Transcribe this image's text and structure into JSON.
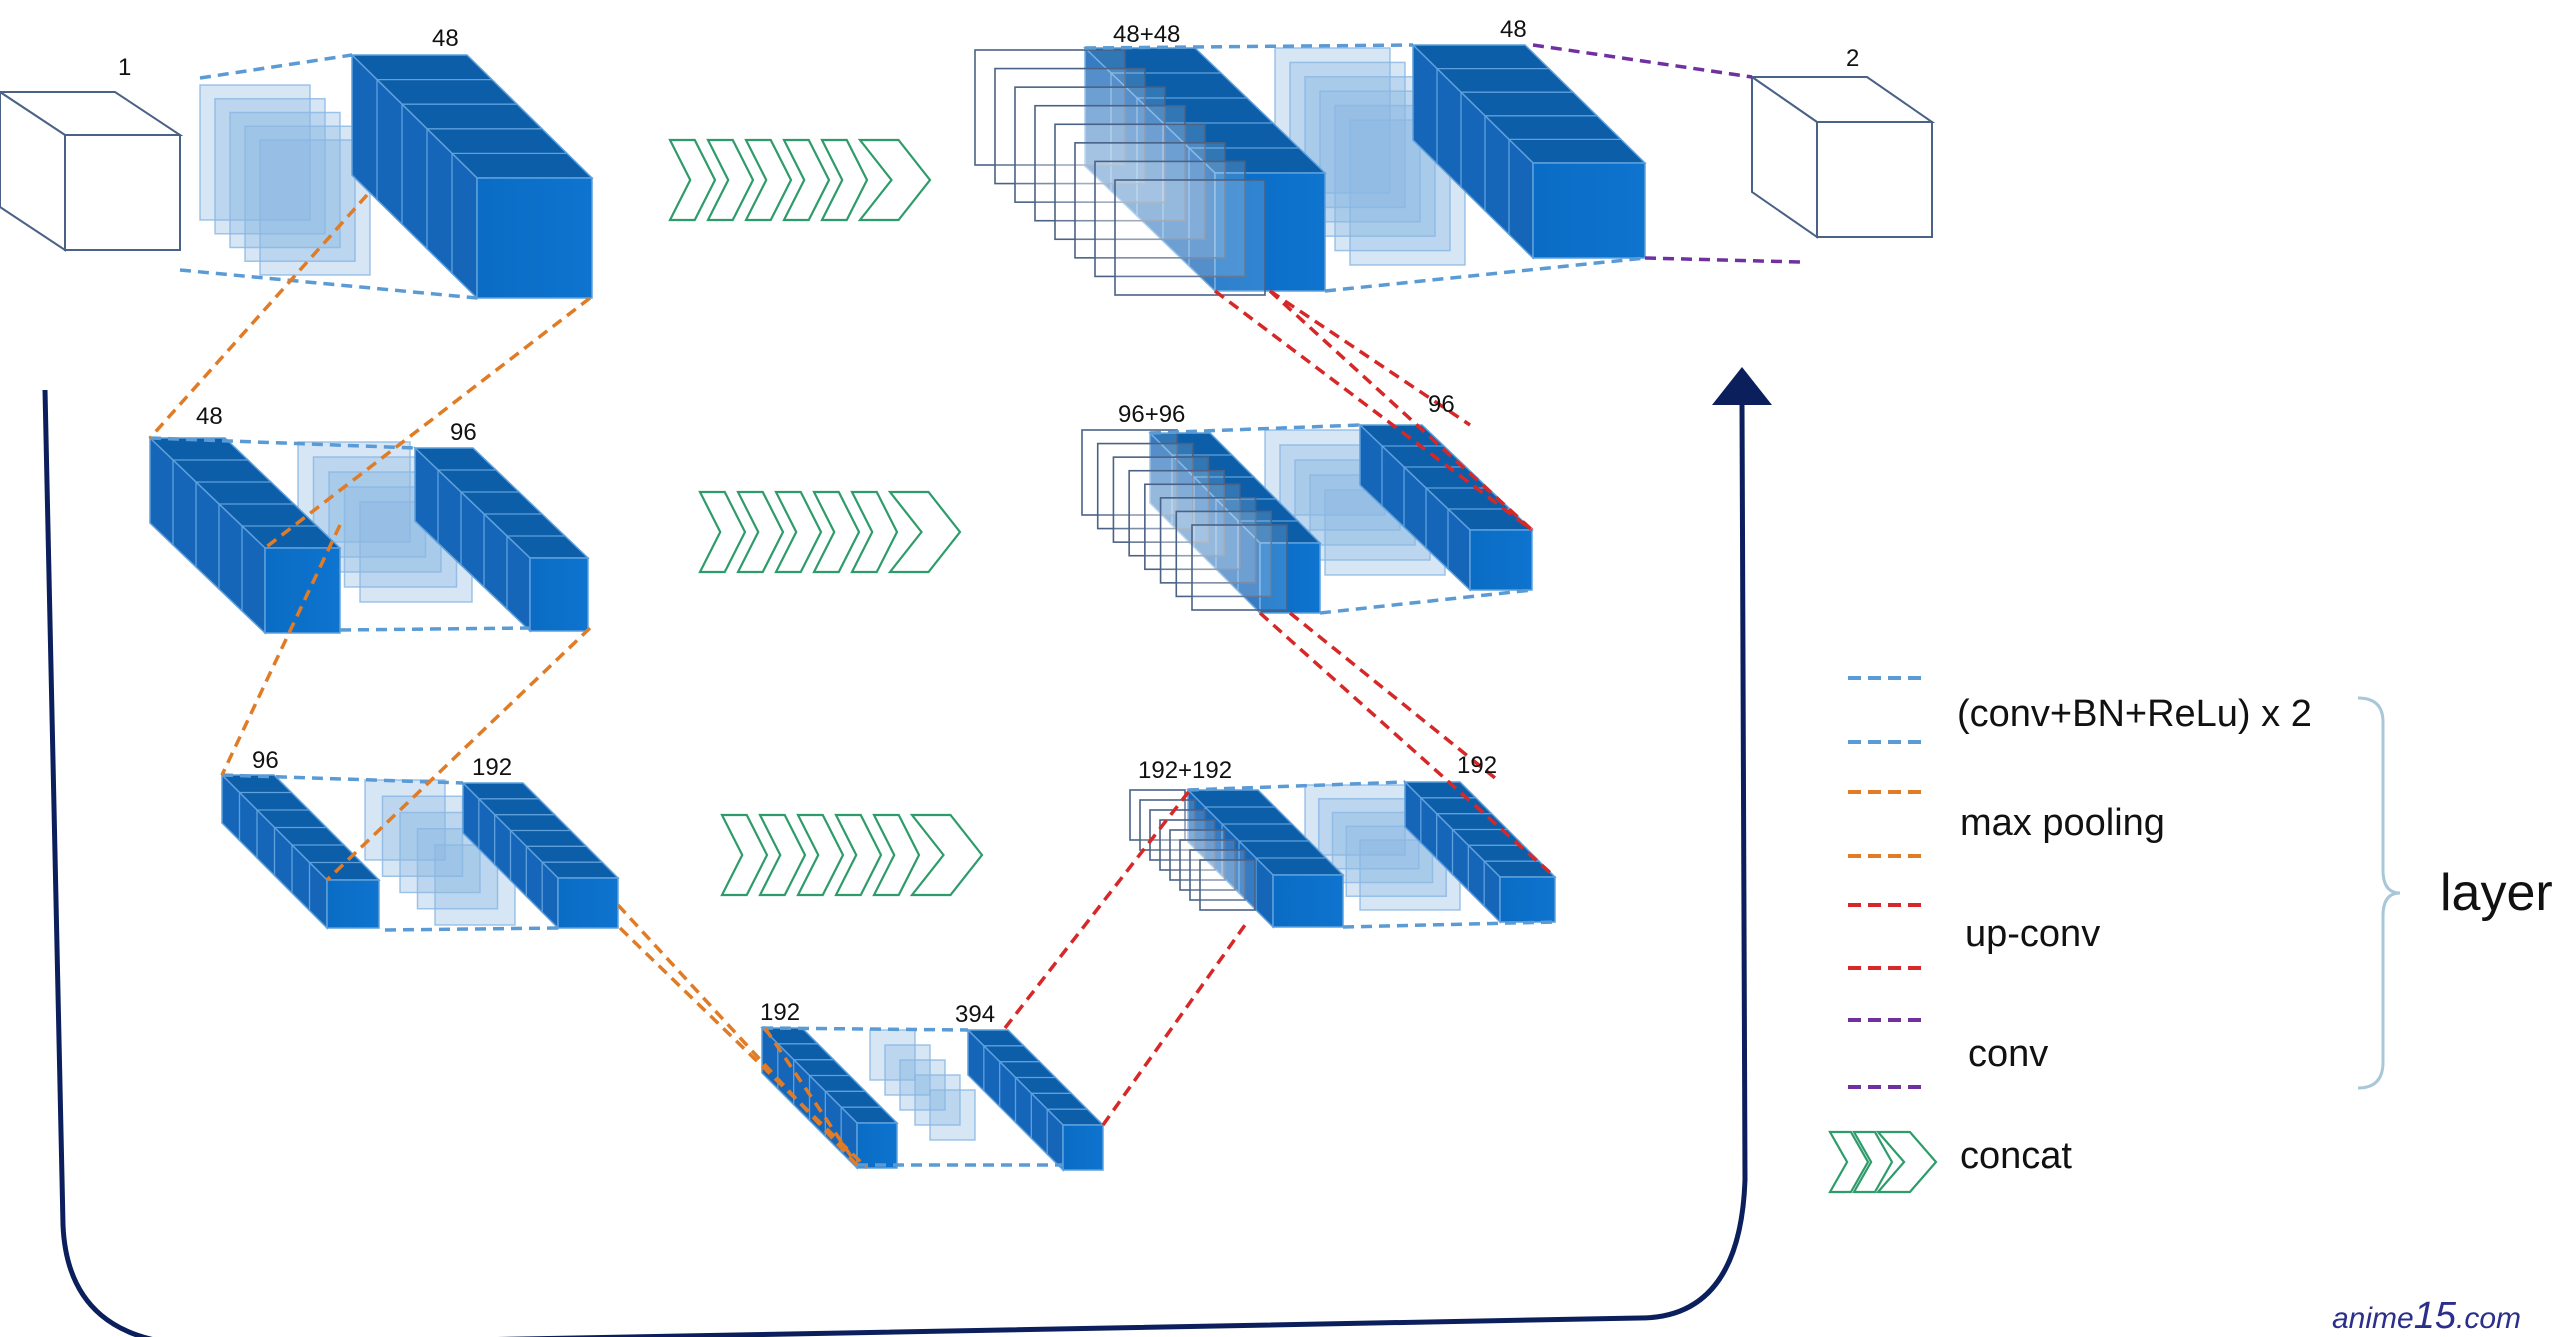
{
  "colors": {
    "block_front": "#0a6cc4",
    "block_top": "#0d5ea8",
    "block_side": "#1565b8",
    "block_edge": "#5fa0dc",
    "ghost": "#8ab7e3",
    "arrow_border": "#0a1f5c",
    "conv_bn_relu_line": "#5b9bd5",
    "max_pooling_line": "#e07b26",
    "up_conv_line": "#d62828",
    "conv_line": "#7030a0",
    "concat_chevron": "#2e9c6a",
    "legend_brace": "#a8c8d8",
    "watermark": "#2b2f8a"
  },
  "labels": {
    "in_ch": "1",
    "enc1_out": "48",
    "enc2_in": "48",
    "enc2_out": "96",
    "enc3_in": "96",
    "enc3_out": "192",
    "bottleneck_in": "192",
    "bottleneck_out": "394",
    "dec3_cat": "192+192",
    "dec3_out": "192",
    "dec2_cat": "96+96",
    "dec2_out": "96",
    "dec1_cat": "48+48",
    "dec1_out": "48",
    "out_ch": "2"
  },
  "legend": {
    "conv_bn_relu": "(conv+BN+ReLu) x 2",
    "max_pooling": "max pooling",
    "up_conv": "up-conv",
    "conv": "conv",
    "concat": "concat",
    "layer": "layer"
  },
  "watermark": {
    "prefix": "anime",
    "number": "15",
    "suffix": ".com"
  }
}
